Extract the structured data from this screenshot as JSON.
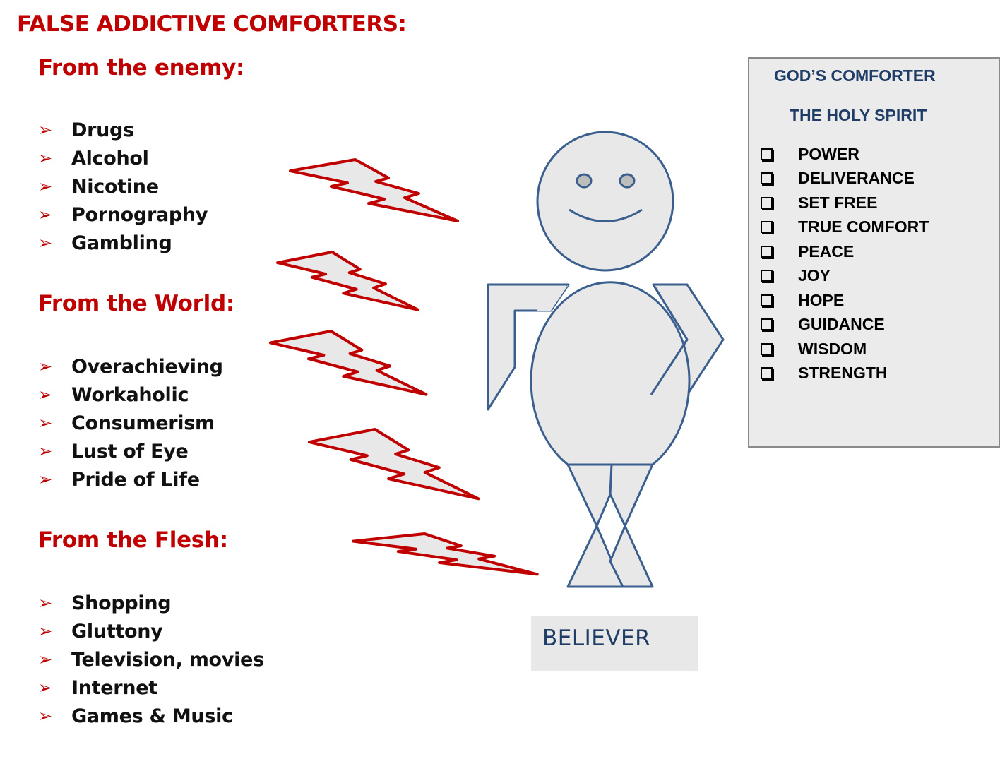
{
  "title": "FALSE ADDICTIVE COMFORTERS:",
  "sections": [
    {
      "heading": "From the enemy:",
      "items": [
        "Drugs",
        "Alcohol",
        "Nicotine",
        "Pornography",
        "Gambling"
      ]
    },
    {
      "heading": "From the World:",
      "items": [
        "Overachieving",
        "Workaholic",
        "Consumerism",
        "Lust of Eye",
        "Pride of Life"
      ]
    },
    {
      "heading": "From the Flesh:",
      "items": [
        "Shopping",
        "Gluttony",
        "Television, movies",
        "Internet",
        "Games & Music"
      ]
    }
  ],
  "bullet": "➢",
  "comforter": {
    "title": "GOD’S COMFORTER",
    "subtitle": "THE HOLY SPIRIT",
    "items": [
      "POWER",
      "DELIVERANCE",
      "SET FREE",
      "TRUE COMFORT",
      "PEACE",
      "JOY",
      "HOPE",
      "GUIDANCE",
      "WISDOM",
      "STRENGTH"
    ]
  },
  "figure_label": "BELIEVER",
  "colors": {
    "red": "#c00000",
    "navy": "#1f3d66",
    "figure_stroke": "#3a5f8f",
    "fill": "#e8e8e8"
  }
}
